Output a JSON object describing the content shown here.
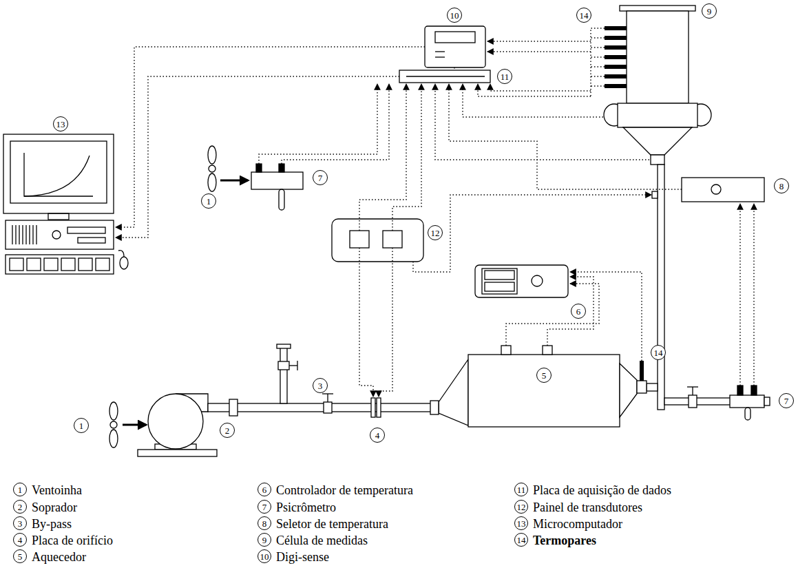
{
  "diagram": {
    "labels": [
      "13",
      "10",
      "14",
      "9",
      "11",
      "1",
      "7",
      "12",
      "8",
      "6",
      "1",
      "2",
      "3",
      "4",
      "5",
      "14",
      "7",
      "1",
      "2",
      "3",
      "4",
      "5",
      "6",
      "7",
      "8",
      "9",
      "10",
      "11",
      "12",
      "13",
      "14"
    ],
    "legend": [
      {
        "text": "Ventoinha"
      },
      {
        "text": "Soprador"
      },
      {
        "text": "By-pass"
      },
      {
        "text": "Placa de orifício"
      },
      {
        "text": "Aquecedor"
      },
      {
        "text": "Controlador de temperatura"
      },
      {
        "text": "Psicrômetro"
      },
      {
        "text": "Seletor de temperatura"
      },
      {
        "text": "Célula de medidas"
      },
      {
        "text": "Digi-sense"
      },
      {
        "text": "Placa de aquisição de dados"
      },
      {
        "text": "Painel de transdutores"
      },
      {
        "text": "Microcomputador"
      },
      {
        "text": "Termopares"
      }
    ]
  }
}
